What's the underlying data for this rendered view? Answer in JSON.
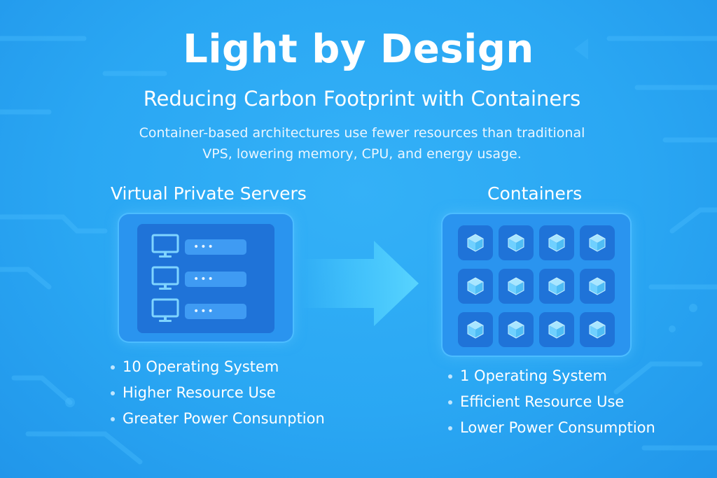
{
  "title": "Light by Design",
  "subtitle": "Reducing Carbon Footprint with Containers",
  "description": {
    "line1": "Container-based architectures use fewer resources than traditional",
    "line2": "VPS, lowering memory, CPU, and energy usage."
  },
  "vps": {
    "heading": "Virtual Private Servers",
    "server_rows": [
      {
        "icon": "monitor-icon",
        "dots": "•••"
      },
      {
        "icon": "monitor-icon",
        "dots": "•••"
      },
      {
        "icon": "monitor-icon",
        "dots": "•••"
      }
    ],
    "bullets": [
      "10 Operating System",
      "Higher Resource Use",
      "Greater Power Consunption"
    ]
  },
  "containers": {
    "heading": "Containers",
    "grid": {
      "rows": 3,
      "cols": 4,
      "icon": "cube-icon"
    },
    "bullets": [
      "1 Operating System",
      "Efficient Resource Use",
      "Lower Power Consumption"
    ]
  },
  "arrow": {
    "icon": "arrow-right-icon",
    "direction": "right"
  },
  "colors": {
    "background": "#2aa7f3",
    "panel": "#2a94ef",
    "panel_inner": "#1f73d8",
    "accent": "#7fd4ff",
    "text": "#ffffff"
  }
}
